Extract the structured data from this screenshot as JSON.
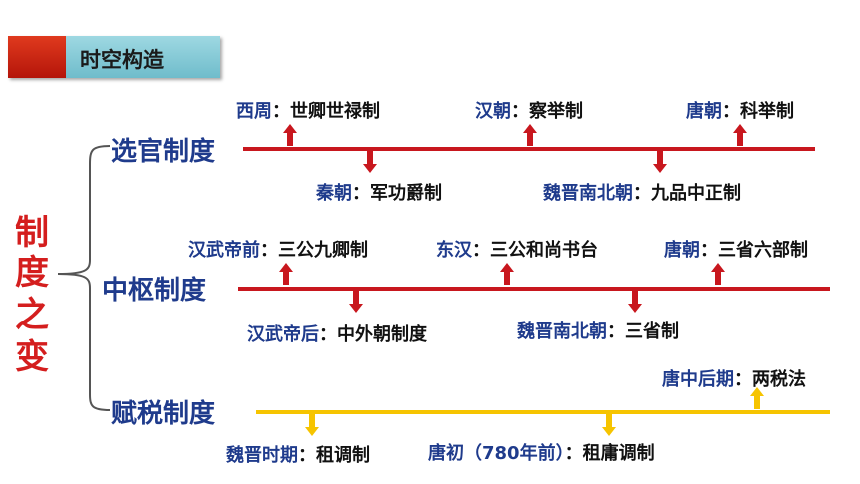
{
  "header": {
    "title": "时空构造"
  },
  "main_title": [
    "制",
    "度",
    "之",
    "变"
  ],
  "categories": {
    "selection": "选官制度",
    "central": "中枢制度",
    "tax": "赋税制度"
  },
  "selection_events": [
    {
      "era": "西周",
      "sep": "：",
      "system": "世卿世禄制"
    },
    {
      "era": "汉朝",
      "sep": "：",
      "system": "察举制"
    },
    {
      "era": "唐朝",
      "sep": "：",
      "system": "科举制"
    },
    {
      "era": "秦朝",
      "sep": "：",
      "system": "军功爵制"
    },
    {
      "era": "魏晋南北朝",
      "sep": "：",
      "system": "九品中正制"
    }
  ],
  "central_events": [
    {
      "era": "汉武帝前",
      "sep": "：",
      "system": "三公九卿制"
    },
    {
      "era": "东汉",
      "sep": "：",
      "system": "三公和尚书台"
    },
    {
      "era": "唐朝",
      "sep": "：",
      "system": "三省六部制"
    },
    {
      "era": "汉武帝后",
      "sep": "：",
      "system": "中外朝制度"
    },
    {
      "era": "魏晋南北朝",
      "sep": "：",
      "system": "三省制"
    }
  ],
  "tax_events": [
    {
      "era": "唐中后期",
      "sep": "：",
      "system": "两税法"
    },
    {
      "era": "魏晋时期",
      "sep": "：",
      "system": "租调制"
    },
    {
      "era": "唐初（780年前）",
      "sep": "：",
      "system": "租庸调制"
    }
  ],
  "colors": {
    "red": "#c8171e",
    "gold": "#f6c400",
    "blue": "#1f3b8c",
    "title_red": "#d41e1e",
    "teal": "#7cc6d3"
  }
}
